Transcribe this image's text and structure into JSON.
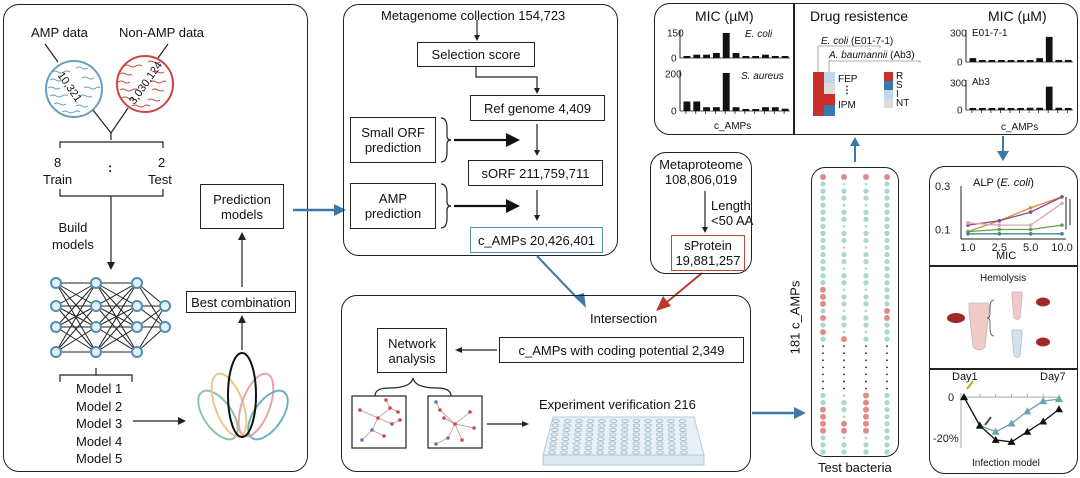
{
  "panel_training": {
    "amp_label": "AMP data",
    "non_amp_label": "Non-AMP data",
    "amp_count": "10,321",
    "non_amp_count": "3,030,124",
    "train_ratio": "8",
    "train_label": "Train",
    "ratio_sep": ":",
    "test_ratio": "2",
    "test_label": "Test",
    "build_label_1": "Build",
    "build_label_2": "models",
    "models": [
      "Model 1",
      "Model 2",
      "Model 3",
      "Model 4",
      "Model 5"
    ],
    "best_combination": "Best combination",
    "prediction_models_1": "Prediction",
    "prediction_models_2": "models"
  },
  "panel_metagenome": {
    "collection": "Metagenome collection 154,723",
    "selection_score": "Selection score",
    "ref_genome": "Ref genome 4,409",
    "small_orf_1": "Small ORF",
    "small_orf_2": "prediction",
    "sorf": "sORF 211,759,711",
    "amp_pred_1": "AMP",
    "amp_pred_2": "prediction",
    "c_amps": "c_AMPs 20,426,401"
  },
  "panel_metaproteome": {
    "title_1": "Metaproteome",
    "title_2": "108,806,019",
    "filter_1": "Length",
    "filter_2": "<50 AA",
    "sprotein_1": "sProtein",
    "sprotein_2": "19,881,257"
  },
  "panel_intersection": {
    "title": "Intersection",
    "coding_potential": "c_AMPs with coding potential 2,349",
    "network_1": "Network",
    "network_2": "analysis",
    "experiment": "Experiment verification 216"
  },
  "panel_test": {
    "y_label": "181 c_AMPs",
    "x_label": "Test bacteria"
  },
  "panel_results": {
    "mic_title": "MIC (µM)",
    "drug_title": "Drug resistence",
    "ecoli_strain": "E. coli",
    "ecoli_strain_id": "(E01-7-1)",
    "ab_strain": "A. baumannii",
    "ab_strain_id": "(Ab3)",
    "drug_first": "FEP",
    "drug_dots": "⋮",
    "drug_last": "IPM",
    "legend": [
      "R",
      "S",
      "I",
      "NT"
    ],
    "legend_colors": [
      "#c9302c",
      "#3b78b0",
      "#bfd9ea",
      "#dcdcdc"
    ],
    "mic2_title": "MIC (µM)"
  },
  "side_panels": {
    "alp_title": "ALP (",
    "alp_species": "E. coli",
    "alp_close": ")",
    "alp_xlabel": "MIC",
    "hemolysis": "Hemolysis",
    "day1": "Day1",
    "day7": "Day7",
    "infection": "Infection model"
  },
  "colors": {
    "blue_arrow": "#3d78a8",
    "red_arrow": "#b83a2a",
    "amp_circle": "#6a9fbd",
    "non_amp_circle": "#c9473e",
    "c_amps_border": "#5b8fb0",
    "sprotein_border": "#b54a3d"
  },
  "chart_data": [
    {
      "type": "bar",
      "title": "MIC (µM)",
      "series_label": "E. coli",
      "xlabel": "c_AMPs",
      "ylim": [
        0,
        150
      ],
      "yticks": [
        "150",
        "0"
      ],
      "values": [
        3,
        20,
        20,
        30,
        150,
        30,
        10,
        10,
        20,
        10,
        10
      ]
    },
    {
      "type": "bar",
      "title": "MIC (µM)",
      "series_label": "S. aureus",
      "xlabel": "c_AMPs",
      "ylim": [
        0,
        200
      ],
      "yticks": [
        "200",
        "0"
      ],
      "values": [
        50,
        50,
        20,
        20,
        200,
        20,
        5,
        5,
        20,
        20,
        12
      ]
    },
    {
      "type": "bar",
      "title": "MIC (µM)",
      "series_label": "E01-7-1",
      "xlabel": "c_AMPs",
      "ylim": [
        0,
        300
      ],
      "yticks": [
        "300",
        "0"
      ],
      "values": [
        40,
        12,
        12,
        12,
        12,
        12,
        12,
        40,
        260,
        12,
        12
      ]
    },
    {
      "type": "bar",
      "title": "MIC (µM)",
      "series_label": "Ab3",
      "xlabel": "c_AMPs",
      "ylim": [
        0,
        300
      ],
      "yticks": [
        "300",
        "0"
      ],
      "values": [
        12,
        12,
        12,
        25,
        12,
        12,
        25,
        25,
        260,
        25,
        12
      ]
    },
    {
      "type": "line",
      "title": "ALP (E. coli)",
      "xlabel": "MIC",
      "x": [
        "1.0",
        "2.5",
        "5.0",
        "10.0"
      ],
      "ylim": [
        0.07,
        0.3
      ],
      "yticks": [
        "0.3",
        "0.1"
      ],
      "series": [
        {
          "name": "orange",
          "color": "#d98b3a",
          "values": [
            0.09,
            0.14,
            0.2,
            0.25
          ]
        },
        {
          "name": "purple",
          "color": "#8a4a8f",
          "values": [
            0.12,
            0.14,
            0.18,
            0.25
          ]
        },
        {
          "name": "pink",
          "color": "#d9a3b8",
          "values": [
            0.13,
            0.12,
            0.12,
            0.22
          ]
        },
        {
          "name": "green",
          "color": "#5fa34f",
          "values": [
            0.09,
            0.1,
            0.1,
            0.12
          ]
        },
        {
          "name": "teal",
          "color": "#3b8a8a",
          "values": [
            0.08,
            0.08,
            0.08,
            0.08
          ]
        }
      ]
    },
    {
      "type": "line",
      "title": "Infection model",
      "x": [
        "Day1",
        "",
        "",
        "",
        "",
        "",
        "Day7"
      ],
      "yticks": [
        "0",
        "-20%"
      ],
      "ylim": [
        -25,
        2
      ],
      "series": [
        {
          "name": "treated",
          "color": "#6aa3b3",
          "values": [
            0,
            -14,
            -17,
            -13,
            -7,
            -2,
            -1
          ]
        },
        {
          "name": "control",
          "color": "#111111",
          "values": [
            0,
            -14,
            -21,
            -22,
            -17,
            -12,
            -6
          ]
        }
      ]
    },
    {
      "type": "heatmap",
      "title": "Drug resistence",
      "columns": [
        "E. coli (E01-7-1)",
        "A. baumannii (Ab3)"
      ],
      "rows": [
        "FEP",
        "",
        "",
        "IPM"
      ],
      "values": [
        [
          "R",
          "I"
        ],
        [
          "R",
          "NT"
        ],
        [
          "R",
          "R"
        ],
        [
          "R",
          "S"
        ]
      ]
    }
  ]
}
